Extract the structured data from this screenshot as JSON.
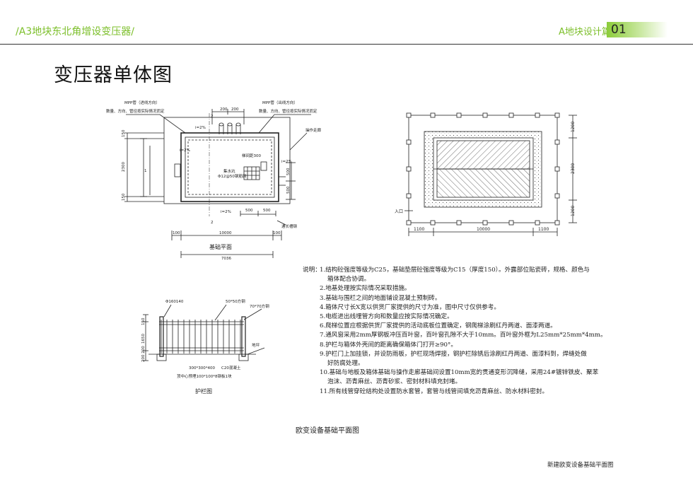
{
  "header": {
    "left": "/A3地块东北角增设变压器/",
    "right": "A地块设计篇",
    "page_no": "01"
  },
  "title": "变压器单体图",
  "plan_left": {
    "label_mpp_in": "MPP管（进线方向）",
    "label_mpp_in_note": "数量、方向、管径按实际情况而定",
    "label_mpp_out": "MPP管（出线方向）",
    "label_mpp_out_note": "数量、方向、管径按实际情况而定",
    "dim_200a": "200",
    "dim_200b": "200",
    "dim_2_top": "2",
    "dim_2_bottom": "2",
    "label_op_corridor": "操作走廊",
    "slope_1": "i=2%",
    "slope_2": "i=2%",
    "slope_3": "i=2%",
    "slope_4": "i=2%",
    "label_ladder": "梯间距300",
    "label_sump": "集水坑",
    "label_mesh": "Φ12@50钢筋网",
    "dim_2300": "2300",
    "dim_150a": "150",
    "dim_150b": "150",
    "dim_500a": "500",
    "dim_500b": "500",
    "dim_500c": "500",
    "dim_500d": "500",
    "label_1": "1",
    "label_channel": "通长槽钢",
    "dim_100a": "100",
    "dim_100b": "100",
    "dim_10000": "10000",
    "caption": "基础平面",
    "dim_total": "7036"
  },
  "plan_right": {
    "dim_1200a": "1200",
    "dim_2300": "2300",
    "dim_1200b": "1200",
    "label_entrance": "入口",
    "dim_1100a": "1100",
    "dim_10000": "10000",
    "dim_1100b": "1100"
  },
  "fence": {
    "label_phi": "Φ160140",
    "label_50steel": "50*50方钢",
    "label_70steel": "70*70方钢",
    "dim_150": "150",
    "dim_1650": "1650",
    "dim_200": "200 200",
    "label_ground": "地坪",
    "label_foundation": "300*300*400",
    "label_c20": "C20混凝土",
    "label_embed": "顶中心预埋100*100*8钢板1块",
    "caption": "护栏图"
  },
  "notes": {
    "lead": "说明：",
    "items": [
      "1.结构砼强度等级为C25，基础垫层砼强度等级为C15（厚度150）。外露部位贴瓷砖，规格、颜色与",
      "箱体配合协调。",
      "2.地基处理按实际情况采取措施。",
      "3.基础与围栏之间的地面铺设混凝土预制砖。",
      "4.箱体尺寸长X宽以供货厂家提供的尺寸为准，图中尺寸仅供参考。",
      "5.电缆进出线埋管方向和数量应按实际情况确定。",
      "6.爬梯位置应根据供货厂家提供的活动底板位置确定，钢爬梯涂刷红丹两道、面漆两道。",
      "7.通风窗采用2mm厚钢板冲压百叶窗，百叶窗孔隙不大于10mm。百叶窗外框为L25mm*25mm*4mm。",
      "8.护栏与箱体外壳间的距离确保箱体门打开≥90°。",
      "9.护栏门上加挂锁，并设防雨板，护栏现场焊接，钢护栏除锈后涂刷红丹两道、面漆料到，焊缝处做",
      "好防腐处理。",
      "10.基础与地板及箱体基础与操作走廊基础间设置10mm宽的贯通变形沉降缝，采用24#镀锌铁皮、聚苯",
      "泡沫、沥青麻丝、沥青砂浆、密封材料填充封堵。",
      "11.所有线管穿砼结构处设置防水套管，套管与线管间填充沥青麻丝、防水材料密封。"
    ]
  },
  "caption": "欧变设备基础平面图",
  "footer": "新建欧变设备基础平面图"
}
